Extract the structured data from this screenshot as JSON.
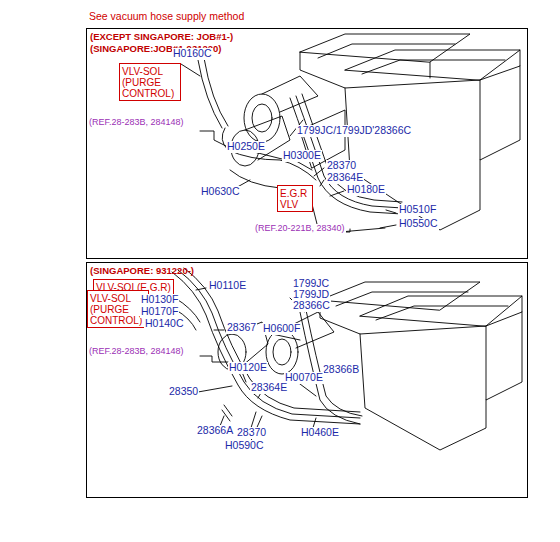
{
  "diagram": {
    "title": "See vacuum hose supply method",
    "nodes": [
      {
        "text": [
          "(EXCEPT SINGAPORE: JOB#1-)",
          "(SINGAPORE:JOB#1-931220)"
        ]
      },
      {
        "text": [
          "VLV-SOL (PURGE CONTROL)"
        ],
        "in": 0
      },
      {
        "text": [
          "E.G.R VLV"
        ],
        "in": 0
      },
      {
        "text": [
          "(SINGAPORE: 931220-)"
        ]
      },
      {
        "text": [
          "VLV-SOL(E.G.R)"
        ],
        "in": 3
      },
      {
        "text": [
          "VLV-SOL (PURGE CONTROL)"
        ],
        "in": 3
      }
    ],
    "labels": [
      "H0160C",
      "1799JC/1799JD'28366C",
      "H0250E",
      "H0300E",
      "28370",
      "28364E",
      "H0180E",
      "H0630C",
      "H0510F",
      "H0550C",
      "(REF.28-283B, 284148)",
      "(REF.20-221B, 28340)",
      "H0110E",
      "H0130F",
      "H0170F",
      "H0140C",
      "28367",
      "1799JC",
      "1799JD",
      "28366C",
      "H0600F",
      "(REF.28-283B, 284148)",
      "H0120E",
      "28366B",
      "H0070E",
      "28350",
      "28364E",
      "28370",
      "28366A",
      "H0590C",
      "H0460E"
    ]
  }
}
